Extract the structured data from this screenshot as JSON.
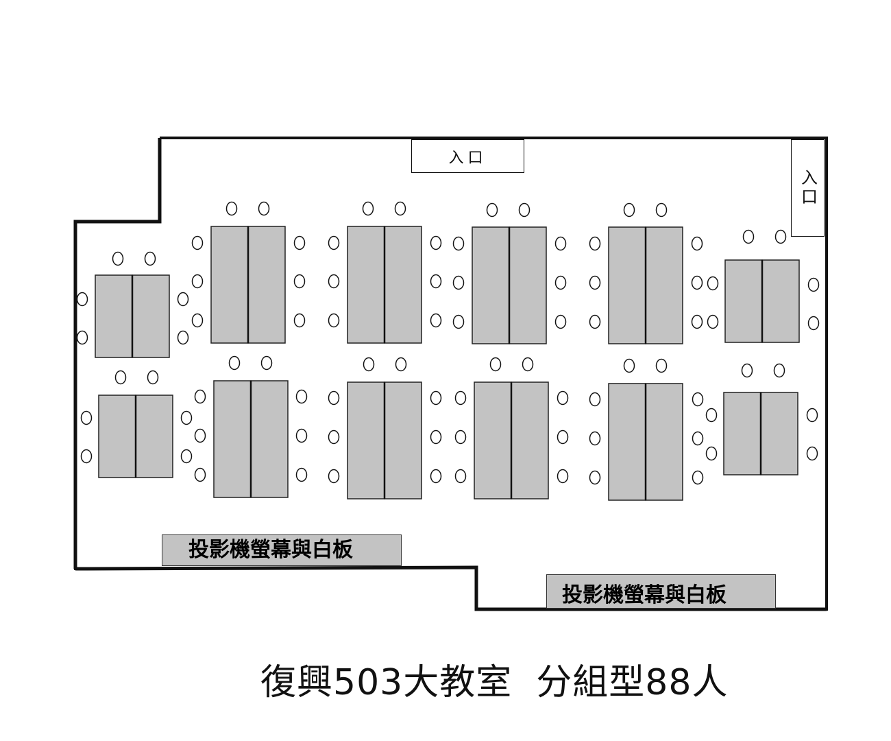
{
  "room": {
    "entrance_top_label": "入口",
    "entrance_side_label": "入口",
    "board_left_label": "投影機螢幕與白板",
    "board_right_label": "投影機螢幕與白板",
    "caption": "復興503大教室  分組型88人"
  },
  "colors": {
    "table_fill": "#c3c3c3",
    "wall": "#111111",
    "board_fill": "#c3c3c3"
  },
  "legend_icons": {
    "chair": "chair-icon",
    "table": "table-icon"
  }
}
